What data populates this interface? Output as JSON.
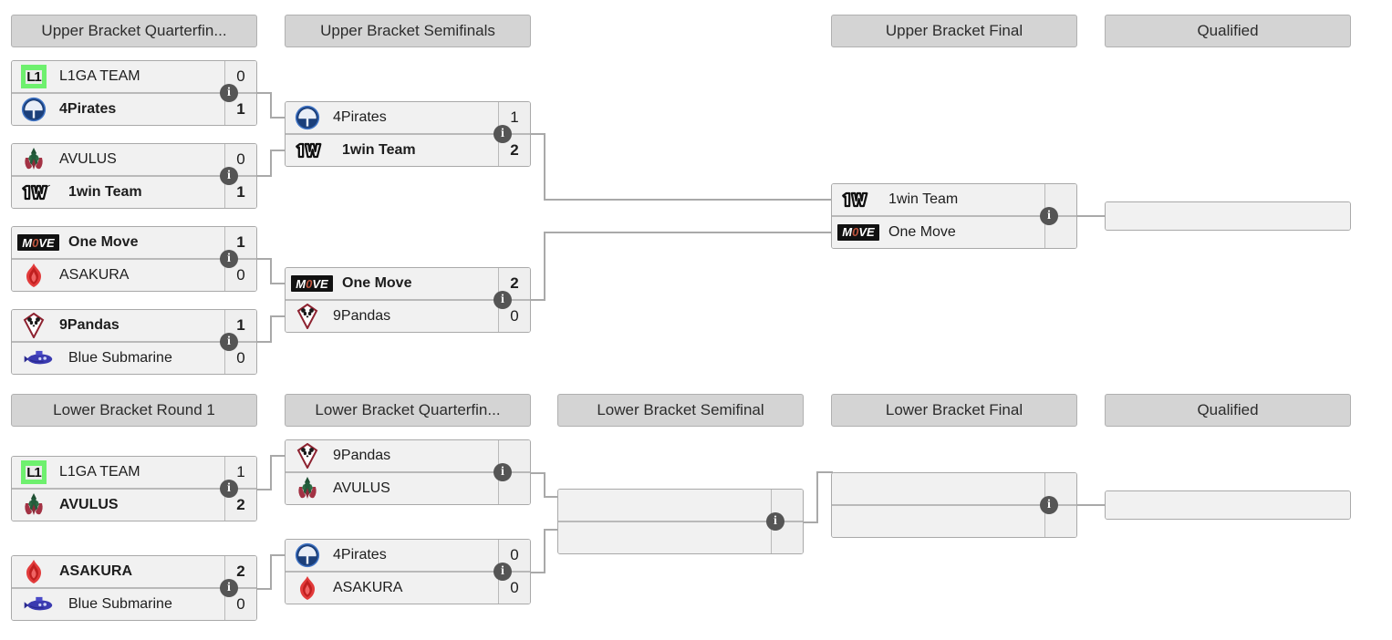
{
  "tournament": {
    "layout": "double-elimination",
    "colors": {
      "header_bg": "#d4d4d4",
      "row_bg": "#f1f1f1",
      "border": "#a9a9a9",
      "divider": "#b9b9b9",
      "connector": "#a9a9a9",
      "info_badge": "#555555",
      "text": "#1d1d1d"
    }
  },
  "rounds": {
    "ub_quarterfinals": {
      "label": "Upper Bracket Quarterfin..."
    },
    "ub_semifinals": {
      "label": "Upper Bracket Semifinals"
    },
    "ub_final": {
      "label": "Upper Bracket Final"
    },
    "ub_qualified": {
      "label": "Qualified"
    },
    "lb_round1": {
      "label": "Lower Bracket Round 1"
    },
    "lb_quarterfinals": {
      "label": "Lower Bracket Quarterfin..."
    },
    "lb_semifinal": {
      "label": "Lower Bracket Semifinal"
    },
    "lb_final": {
      "label": "Lower Bracket Final"
    },
    "lb_qualified": {
      "label": "Qualified"
    }
  },
  "matches": {
    "ubqf1": {
      "top": {
        "team": "L1GA TEAM",
        "score": "0",
        "winner": false,
        "logo": "l1ga-logo"
      },
      "bottom": {
        "team": "4Pirates",
        "score": "1",
        "winner": true,
        "logo": "pirates-logo"
      },
      "info": "i"
    },
    "ubqf2": {
      "top": {
        "team": "AVULUS",
        "score": "0",
        "winner": false,
        "logo": "avulus-logo"
      },
      "bottom": {
        "team": "1win Team",
        "score": "1",
        "winner": true,
        "logo": "onewin-logo"
      },
      "info": "i"
    },
    "ubqf3": {
      "top": {
        "team": "One Move",
        "score": "1",
        "winner": true,
        "logo": "onemove-logo"
      },
      "bottom": {
        "team": "ASAKURA",
        "score": "0",
        "winner": false,
        "logo": "asakura-logo"
      },
      "info": "i"
    },
    "ubqf4": {
      "top": {
        "team": "9Pandas",
        "score": "1",
        "winner": true,
        "logo": "pandas-logo"
      },
      "bottom": {
        "team": "Blue Submarine",
        "score": "0",
        "winner": false,
        "logo": "submarine-logo"
      },
      "info": "i"
    },
    "ubsf1": {
      "top": {
        "team": "4Pirates",
        "score": "1",
        "winner": false,
        "logo": "pirates-logo"
      },
      "bottom": {
        "team": "1win Team",
        "score": "2",
        "winner": true,
        "logo": "onewin-logo"
      },
      "info": "i"
    },
    "ubsf2": {
      "top": {
        "team": "One Move",
        "score": "2",
        "winner": true,
        "logo": "onemove-logo"
      },
      "bottom": {
        "team": "9Pandas",
        "score": "0",
        "winner": false,
        "logo": "pandas-logo"
      },
      "info": "i"
    },
    "ubf": {
      "top": {
        "team": "1win Team",
        "score": "",
        "winner": false,
        "logo": "onewin-logo"
      },
      "bottom": {
        "team": "One Move",
        "score": "",
        "winner": false,
        "logo": "onemove-logo"
      },
      "info": "i"
    },
    "ub_qualified_slot": {
      "team": "",
      "score": ""
    },
    "lbr1a": {
      "top": {
        "team": "L1GA TEAM",
        "score": "1",
        "winner": false,
        "logo": "l1ga-logo"
      },
      "bottom": {
        "team": "AVULUS",
        "score": "2",
        "winner": true,
        "logo": "avulus-logo"
      },
      "info": "i"
    },
    "lbr1b": {
      "top": {
        "team": "ASAKURA",
        "score": "2",
        "winner": true,
        "logo": "asakura-logo"
      },
      "bottom": {
        "team": "Blue Submarine",
        "score": "0",
        "winner": false,
        "logo": "submarine-logo"
      },
      "info": "i"
    },
    "lbqf1": {
      "top": {
        "team": "9Pandas",
        "score": "",
        "winner": false,
        "logo": "pandas-logo"
      },
      "bottom": {
        "team": "AVULUS",
        "score": "",
        "winner": false,
        "logo": "avulus-logo"
      },
      "info": "i"
    },
    "lbqf2": {
      "top": {
        "team": "4Pirates",
        "score": "0",
        "winner": false,
        "logo": "pirates-logo"
      },
      "bottom": {
        "team": "ASAKURA",
        "score": "0",
        "winner": false,
        "logo": "asakura-logo"
      },
      "info": "i"
    },
    "lbsf": {
      "top": {
        "team": "",
        "score": "",
        "winner": false,
        "logo": ""
      },
      "bottom": {
        "team": "",
        "score": "",
        "winner": false,
        "logo": ""
      },
      "info": "i"
    },
    "lbf": {
      "top": {
        "team": "",
        "score": "",
        "winner": false,
        "logo": ""
      },
      "bottom": {
        "team": "",
        "score": "",
        "winner": false,
        "logo": ""
      },
      "info": "i"
    },
    "lb_qualified_slot": {
      "team": "",
      "score": ""
    }
  },
  "logo_labels": {
    "l1ga": "L1",
    "onemove_left": "M",
    "onemove_zero": "0",
    "onemove_right": "VE"
  }
}
